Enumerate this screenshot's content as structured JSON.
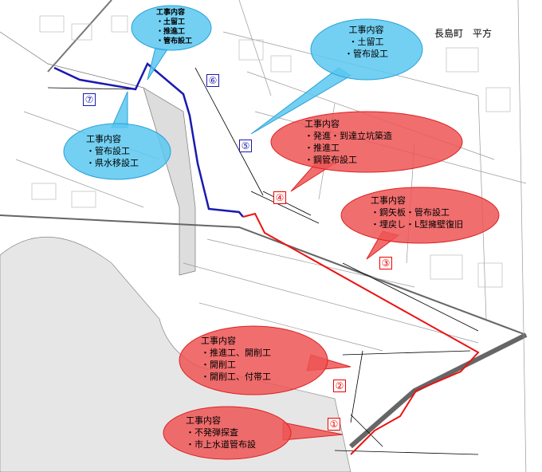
{
  "place_name": "長島町　平方",
  "colors": {
    "blue_route": "#1a1ab0",
    "red_route": "#ee1111",
    "blue_callout": "#5bc8f0",
    "red_callout": "#ee5555"
  },
  "callouts": {
    "c6": {
      "title": "工事内容",
      "items": [
        "・土留工",
        "・推進工",
        "・管布設工"
      ]
    },
    "c5": {
      "title": "工事内容",
      "items": [
        "・土留工",
        "・管布設工"
      ]
    },
    "c7": {
      "title": "工事内容",
      "items": [
        "・管布設工",
        "・県水移設工"
      ]
    },
    "c4": {
      "title": "工事内容",
      "items": [
        "・発進・到達立坑築造",
        "・推進工",
        "・鋼管布設工"
      ]
    },
    "c3": {
      "title": "工事内容",
      "items": [
        "・鋼矢板・管布設工",
        "・埋戻し・L型擁壁復旧"
      ]
    },
    "c2": {
      "title": "工事内容",
      "items": [
        "・推進工、開削工",
        "・開削工",
        "・開削工、付帯工"
      ]
    },
    "c1": {
      "title": "工事内容",
      "items": [
        "・不発弾探査",
        "・市上水道管布設"
      ]
    }
  },
  "sections": [
    "①",
    "②",
    "③",
    "④",
    "⑤",
    "⑥",
    "⑦"
  ]
}
